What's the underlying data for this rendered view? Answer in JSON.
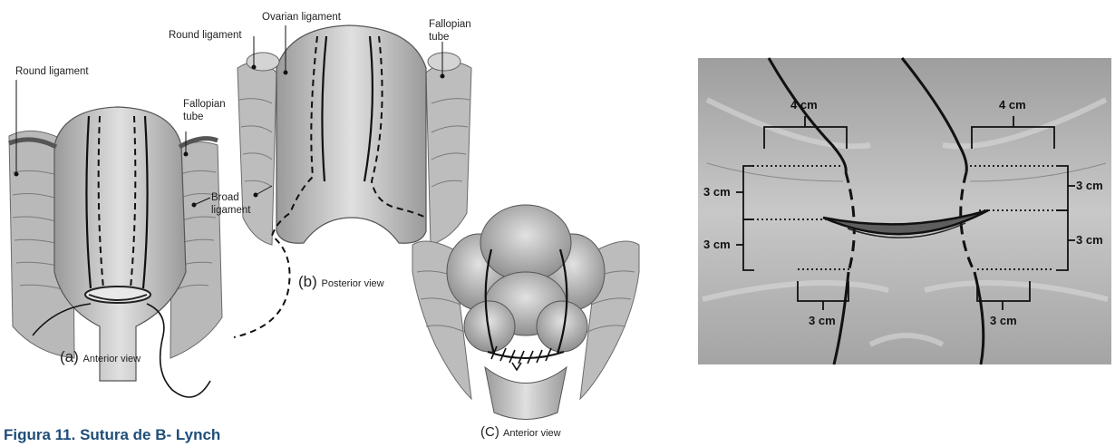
{
  "left_figure": {
    "panel_a": {
      "labels": {
        "round_ligament": "Round ligament",
        "fallopian_tube": "Fallopian\ntube",
        "broad_ligament": "Broad\nligament"
      },
      "view_letter": "(a)",
      "view_text": "Anterior view"
    },
    "panel_b": {
      "labels": {
        "ovarian_ligament": "Ovarian ligament",
        "round_ligament": "Round ligament",
        "fallopian_tube": "Fallopian\ntube"
      },
      "view_letter": "(b)",
      "view_text": "Posterior view"
    },
    "panel_c": {
      "view_letter": "(C)",
      "view_text": "Anterior view"
    }
  },
  "right_figure": {
    "measurements": {
      "top_left": "4 cm",
      "top_right": "4 cm",
      "left_upper": "3 cm",
      "left_lower": "3 cm",
      "right_upper": "3 cm",
      "right_lower": "3 cm",
      "bottom_left": "3 cm",
      "bottom_right": "3 cm"
    }
  },
  "caption": "Figura 11.  Sutura de B- Lynch",
  "colors": {
    "caption": "#1f4e79",
    "photo_bg": "#b4b4b4"
  }
}
